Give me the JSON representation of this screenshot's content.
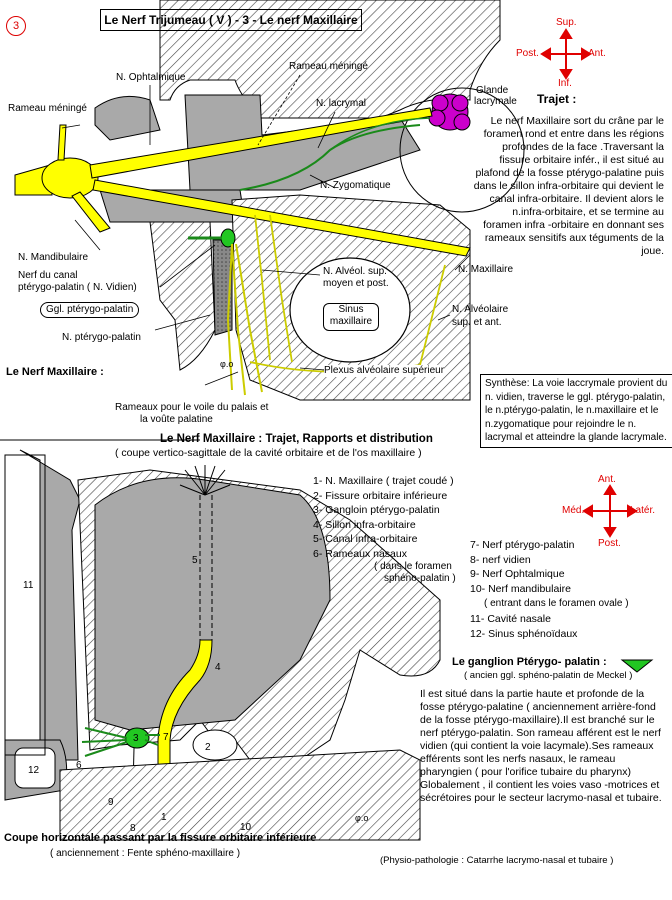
{
  "badge": "3",
  "title": "Le Nerf Trijumeau ( V )  -  3 - Le nerf Maxillaire",
  "orient_top": {
    "sup": "Sup.",
    "inf": "Inf.",
    "post": "Post.",
    "ant": "Ant."
  },
  "orient_bottom": {
    "ant": "Ant.",
    "post": "Post.",
    "med": "Méd.",
    "lat": "Latér."
  },
  "top_labels": {
    "n_ophtalmique": "N. Ophtalmique",
    "rameau_meninge_top": "Rameau méningé",
    "rameau_meninge_left": "Rameau méningé",
    "n_lacrymal": "N. lacrymal",
    "glande_1": "Glande",
    "glande_2": "lacrymale",
    "n_zygomatique": "N. Zygomatique",
    "n_mandibulaire": "N. Mandibulaire",
    "canal_ptery_1": "Nerf du canal",
    "canal_ptery_2": "ptérygo-palatin ( N. Vidien)",
    "ggl_ptery": "Ggl. ptérygo-palatin",
    "n_ptery": "N. ptérygo-palatin",
    "alveol_1": "N. Alvéol. sup.",
    "alveol_2": "moyen et post.",
    "sinus_1": "Sinus",
    "sinus_2": "maxillaire",
    "n_maxillaire": "N. Maxillaire",
    "alveolaire_1": "N. Alvéolaire",
    "alveolaire_2": "sup. et ant.",
    "plexus": "Plexus alvéolaire supérieur",
    "rameaux_1": "Rameaux pour le voile du palais et",
    "rameaux_2": "la voûte palatine",
    "sig_top": "φ.o",
    "nerf_max_side": "Le Nerf Maxillaire :"
  },
  "trajet": {
    "heading": "Trajet :",
    "text": "Le nerf Maxillaire sort du crâne par le foramen rond et entre dans les régions profondes de la face .Traversant la fissure orbitaire infér., il est situé au plafond de la fosse ptérygo-palatine puis dans le sillon infra-orbitaire qui devient le canal infra-orbitaire. Il devient alors le n.infra-orbitaire, et se termine au foramen infra -orbitaire en donnant ses rameaux sensitifs aux téguments de la joue."
  },
  "synthese": "Synthèse: La voie laccrymale provient du n. vidien, traverse le ggl. ptérygo-palatin, le n.ptérygo-palatin, le n.maxillaire et le n.zygomatique pour rejoindre le n.  lacrymal et atteindre la glande lacrymale.",
  "section_title": "Le Nerf Maxillaire :  Trajet,  Rapports  et distribution",
  "section_subtitle": "( coupe vertico-sagittale de la cavité orbitaire et de l'os maxillaire )",
  "legend_left": [
    "1- N. Maxillaire  ( trajet coudé )",
    "2- Fissure orbitaire inférieure",
    "3- Gangloin ptérygo-palatin",
    "4- Sillon infra-orbitaire",
    "5- Canal infra-orbitaire",
    "6- Rameaux nasaux"
  ],
  "legend_left_note_1": "( dans le foramen",
  "legend_left_note_2": "sphéno-palatin )",
  "legend_right": [
    "7- Nerf ptérygo-palatin",
    "8- nerf vidien",
    "9- Nerf Ophtalmique",
    "10- Nerf mandibulaire"
  ],
  "legend_right_note": "( entrant dans le foramen ovale )",
  "legend_right_more": [
    "11- Cavité nasale",
    "12- Sinus sphénoïdaux"
  ],
  "ganglion": {
    "heading": "Le ganglion Ptérygo- palatin :",
    "subheading": "( ancien ggl. sphéno-palatin de Meckel )",
    "text": "Il est situé dans la partie haute et profonde de la fosse ptérygo-palatine ( anciennement arrière-fond de la fosse ptérygo-maxillaire).Il est branché sur le nerf ptérygo-palatin. Son rameau afférent est le nerf vidien (qui contient la voie lacymale).Ses rameaux efférents sont les nerfs nasaux, le rameau pharyngien ( pour l'orifice tubaire du pharynx) Globalement , il contient les voies vaso -motrices et sécrétoires pour le secteur lacrymo-nasal et tubaire."
  },
  "physio": "(Physio-pathologie : Catarrhe lacrymo-nasal et tubaire )",
  "bottom_caption": "Coupe horizontale passant par la fissure orbitaire inférieure",
  "bottom_caption_sub": "( anciennement : Fente sphéno-maxillaire )",
  "numbers": {
    "n1": "1",
    "n2": "2",
    "n3": "3",
    "n4": "4",
    "n5": "5",
    "n6": "6",
    "n7": "7",
    "n8": "8",
    "n9": "9",
    "n10": "10",
    "n11": "11",
    "n12": "12"
  },
  "sig_bottom": "φ.o",
  "colors": {
    "nerve": "#ffff00",
    "bone": "#a9a9a9",
    "ganglion": "#22c722",
    "gland": "#cc00cc",
    "arrow": "#e00000",
    "hatch": "#555555"
  }
}
